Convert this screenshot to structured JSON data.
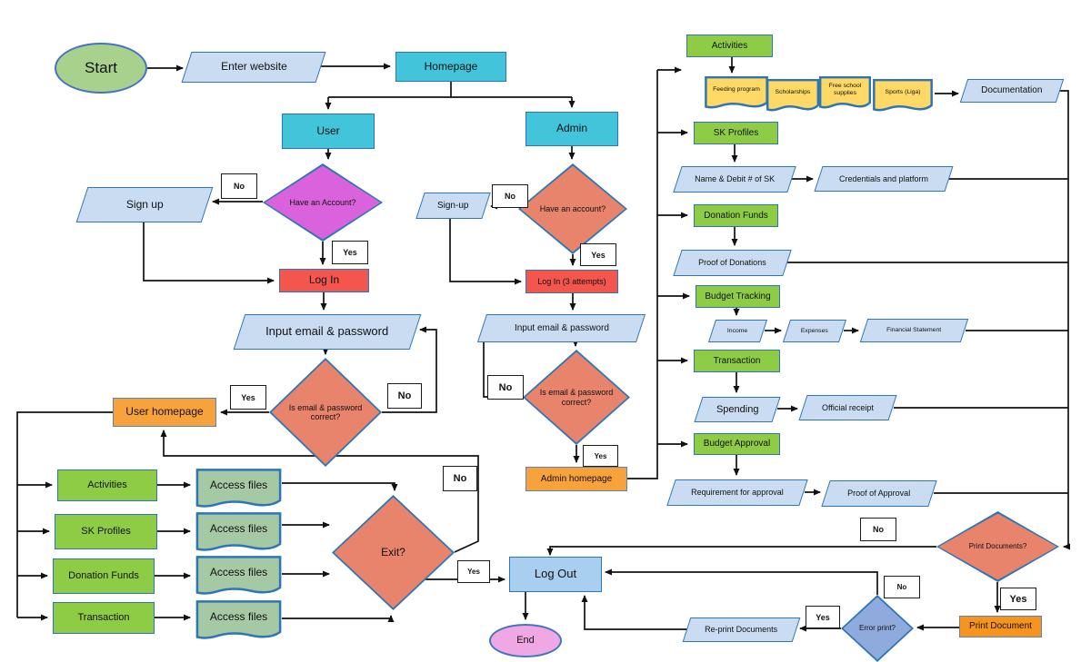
{
  "diagram": {
    "type": "flowchart",
    "colors": {
      "terminator_green": "#A9D18E",
      "process_cyan": "#42C5DA",
      "io_light_blue": "#C9DCF2",
      "decision_magenta": "#DA62DC",
      "decision_salmon": "#E8836C",
      "decision_blue": "#8FAADC",
      "action_red": "#F4564E",
      "homepage_orange": "#F8A23B",
      "module_green": "#8FCC46",
      "document_sage": "#A5C8A5",
      "document_yellow": "#FFD966",
      "logout_blue": "#A8CEF0",
      "end_pink": "#EFA8E4",
      "shape_stroke_blue": "#2E75B6",
      "connector_black": "#111111"
    }
  },
  "nodes": {
    "start": "Start",
    "enter_website": "Enter website",
    "homepage": "Homepage",
    "user": "User",
    "admin": "Admin",
    "sign_up_user": "Sign up",
    "have_account_user": "Have an Account?",
    "log_in_user": "Log In",
    "input_user": "Input email & password",
    "correct_user": "Is email & password correct?",
    "user_homepage": "User homepage",
    "activities_user": "Activities",
    "sk_profiles_user": "SK Profiles",
    "donation_funds_user": "Donation Funds",
    "transaction_user": "Transaction",
    "access_files": "Access files",
    "exit": "Exit?",
    "log_out": "Log Out",
    "end": "End",
    "sign_up_admin": "Sign-up",
    "have_account_admin": "Have an account?",
    "log_in_admin": "Log In (3 attempts)",
    "input_admin": "Input email & password",
    "correct_admin": "Is email & password correct?",
    "admin_homepage": "Admin homepage",
    "activities_admin": "Activities",
    "feeding_program": "Feeding program",
    "scholarships": "Scholarships",
    "free_school_supplies": "Free school supplies",
    "sports_liga": "Sports (Liga)",
    "documentation": "Documentation",
    "sk_profiles_admin": "SK Profiles",
    "name_debit_sk": "Name & Debit # of SK",
    "credentials_platform": "Credentials and platform",
    "donation_funds_admin": "Donation Funds",
    "proof_of_donations": "Proof of Donations",
    "budget_tracking": "Budget Tracking",
    "income": "Income",
    "expenses": "Expenses",
    "financial_statement": "Financial Statement",
    "transaction_admin": "Transaction",
    "spending": "Spending",
    "official_receipt": "Official receipt",
    "budget_approval": "Budget Approval",
    "requirement_for_approval": "Requirement for approval",
    "proof_of_approval": "Proof of Approval",
    "print_documents": "Print Documents?",
    "print_document": "Print Document",
    "error_print": "Error print?",
    "reprint_documents": "Re-print Documents"
  },
  "labels": {
    "yes": "Yes",
    "no": "No"
  }
}
